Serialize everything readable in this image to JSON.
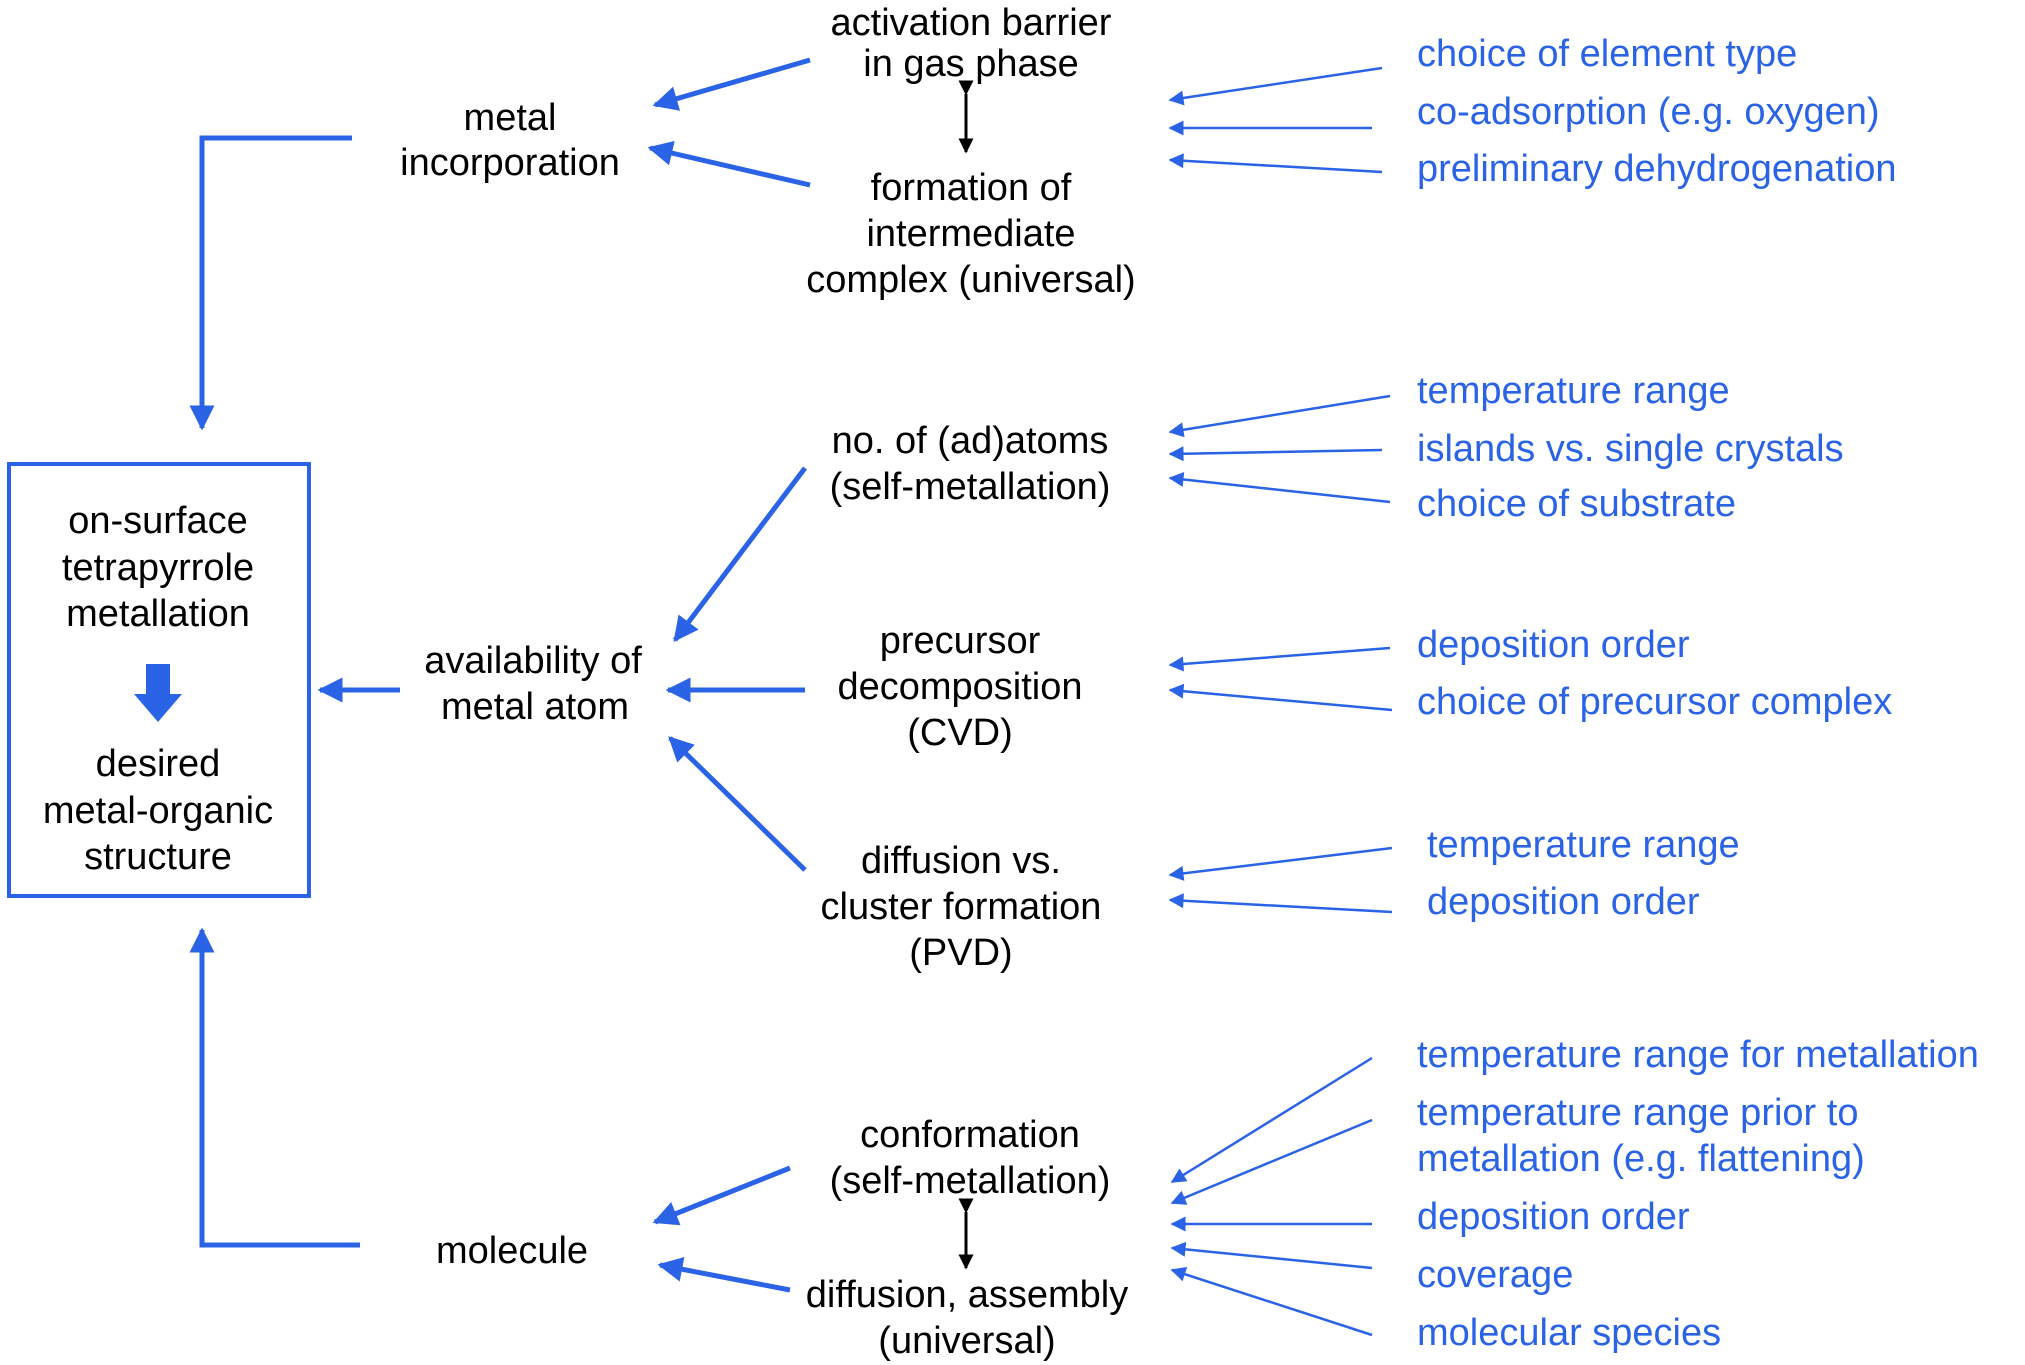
{
  "colors": {
    "accent": "#2a63e6",
    "text": "#000000"
  },
  "central": {
    "top": [
      "on-surface",
      "tetrapyrrole",
      "metallation"
    ],
    "bottom": [
      "desired",
      "metal-organic",
      "structure"
    ]
  },
  "categories": {
    "metal_incorporation": [
      "metal",
      "incorporation"
    ],
    "availability": [
      "availability of",
      "metal atom"
    ],
    "molecule": [
      "molecule"
    ]
  },
  "sub": {
    "activation": [
      "activation barrier",
      "in gas phase"
    ],
    "formation": [
      "formation of",
      "intermediate",
      "complex (universal)"
    ],
    "adatoms": [
      "no. of (ad)atoms",
      "(self-metallation)"
    ],
    "precursor": [
      "precursor",
      "decomposition",
      "(CVD)"
    ],
    "diffusion_cluster": [
      "diffusion vs.",
      "cluster formation",
      "(PVD)"
    ],
    "conformation": [
      "conformation",
      "(self-metallation)"
    ],
    "diffusion_assembly": [
      "diffusion, assembly",
      "(universal)"
    ]
  },
  "factors": {
    "group1": [
      "choice of element type",
      "co-adsorption (e.g. oxygen)",
      "preliminary dehydrogenation"
    ],
    "group2": [
      "temperature range",
      "islands vs. single crystals",
      "choice of substrate"
    ],
    "group3": [
      "deposition order",
      "choice of precursor complex"
    ],
    "group4": [
      "temperature range",
      "deposition order"
    ],
    "group5": [
      "temperature range for metallation",
      "temperature range prior to",
      "metallation (e.g. flattening)",
      "deposition order",
      "coverage",
      "molecular species"
    ]
  }
}
